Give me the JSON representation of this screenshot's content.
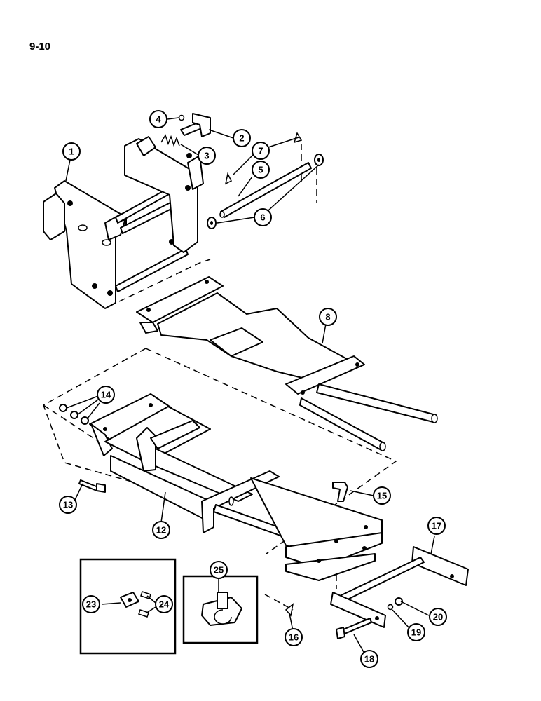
{
  "page": {
    "number": "9-10"
  },
  "callouts": {
    "c1": "1",
    "c2": "2",
    "c3": "3",
    "c4": "4",
    "c5": "5",
    "c6": "6",
    "c7": "7",
    "c8": "8",
    "c12": "12",
    "c13": "13",
    "c14": "14",
    "c15": "15",
    "c16": "16",
    "c17": "17",
    "c18": "18",
    "c19": "19",
    "c20": "20",
    "c23": "23",
    "c24": "24",
    "c25": "25"
  }
}
